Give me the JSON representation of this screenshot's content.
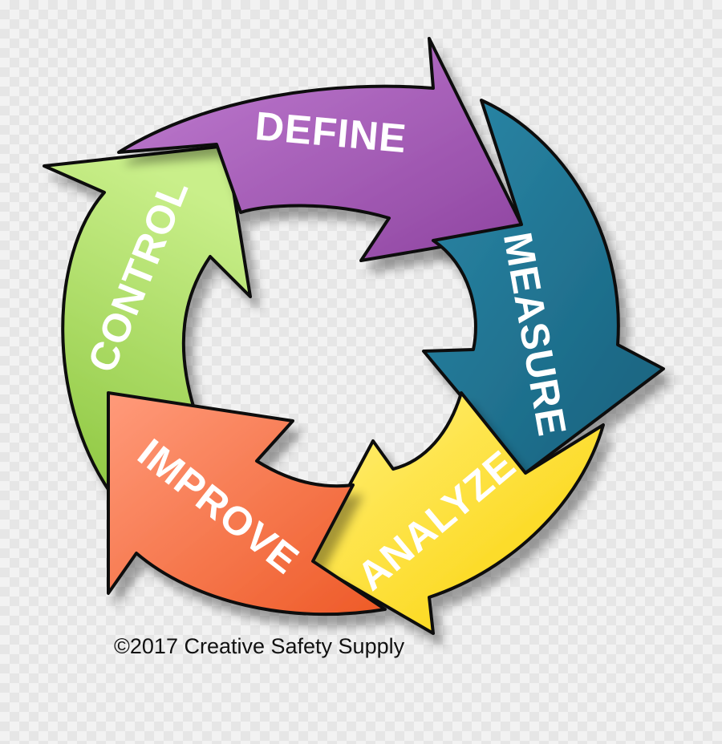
{
  "steps": [
    {
      "label": "DEFINE",
      "color": "#8e44a0",
      "light": "#c27fd3"
    },
    {
      "label": "MEASURE",
      "color": "#17607c",
      "light": "#2b88a8"
    },
    {
      "label": "ANALYZE",
      "color": "#fbd100",
      "light": "#fff07a"
    },
    {
      "label": "IMPROVE",
      "color": "#ee5a27",
      "light": "#ff9a7a"
    },
    {
      "label": "CONTROL",
      "color": "#8cc63f",
      "light": "#c9ef8a"
    }
  ],
  "copyright": "©2017 Creative Safety Supply"
}
